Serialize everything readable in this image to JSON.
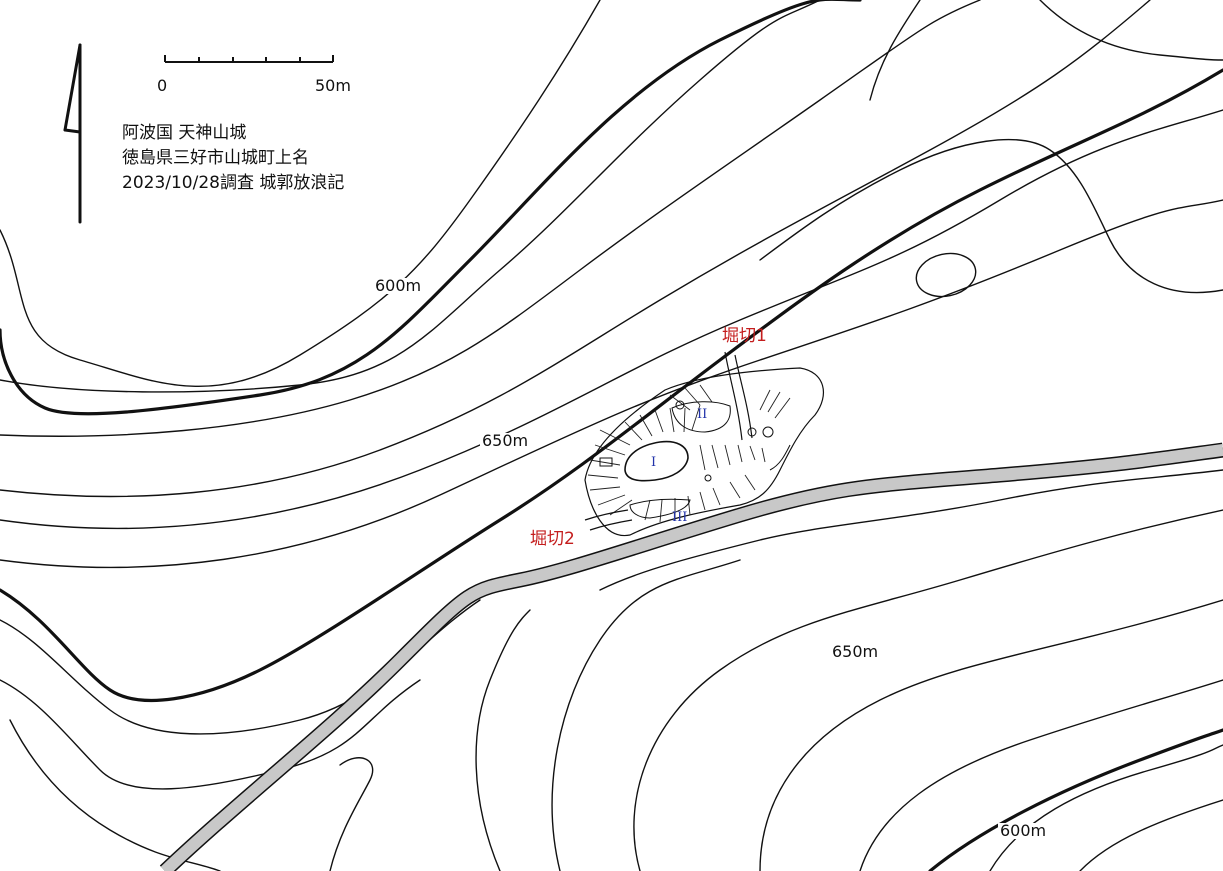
{
  "title": {
    "province_castle": "阿波国 天神山城",
    "address": "徳島県三好市山城町上名",
    "survey": "2023/10/28調査 城郭放浪記"
  },
  "scale": {
    "start_label": "0",
    "end_label": "50m"
  },
  "contours": {
    "label_600_upper": "600m",
    "label_650_upper": "650m",
    "label_650_lower": "650m",
    "label_600_lower": "600m"
  },
  "features": {
    "horikiri_1": "堀切1",
    "horikiri_2": "堀切2",
    "kuruwa_1": "I",
    "kuruwa_2": "II",
    "kuruwa_3": "III"
  },
  "icons": {
    "north": "north-arrow-icon"
  },
  "colors": {
    "road_fill": "#c8c8c8",
    "feature_label": "#c41d1d",
    "kuruwa_label": "#2233aa"
  }
}
